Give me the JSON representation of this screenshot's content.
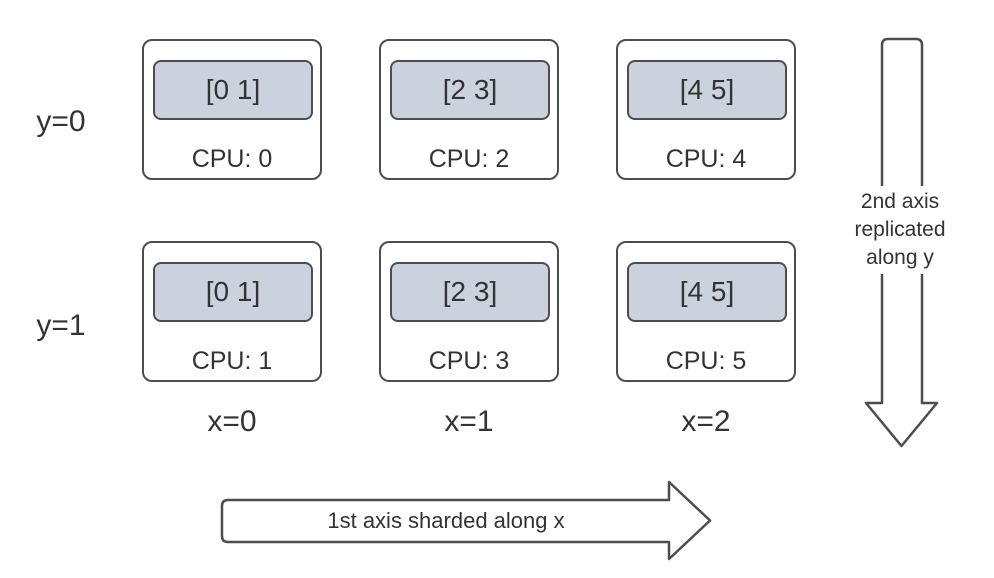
{
  "colors": {
    "shard_fill": "#ccd2dd",
    "stroke": "#4d4d4d",
    "text": "#333333"
  },
  "grid": {
    "row_labels": [
      "y=0",
      "y=1"
    ],
    "col_labels": [
      "x=0",
      "x=1",
      "x=2"
    ],
    "devices": [
      {
        "row": 0,
        "col": 0,
        "shard": "[0 1]",
        "cpu": "CPU: 0"
      },
      {
        "row": 0,
        "col": 1,
        "shard": "[2 3]",
        "cpu": "CPU: 2"
      },
      {
        "row": 0,
        "col": 2,
        "shard": "[4 5]",
        "cpu": "CPU: 4"
      },
      {
        "row": 1,
        "col": 0,
        "shard": "[0 1]",
        "cpu": "CPU: 1"
      },
      {
        "row": 1,
        "col": 1,
        "shard": "[2 3]",
        "cpu": "CPU: 3"
      },
      {
        "row": 1,
        "col": 2,
        "shard": "[4 5]",
        "cpu": "CPU: 5"
      }
    ]
  },
  "arrows": {
    "y_axis": {
      "direction": "down",
      "label_lines": [
        "2nd axis",
        "replicated",
        "along y"
      ]
    },
    "x_axis": {
      "direction": "right",
      "label": "1st axis sharded along x"
    }
  }
}
